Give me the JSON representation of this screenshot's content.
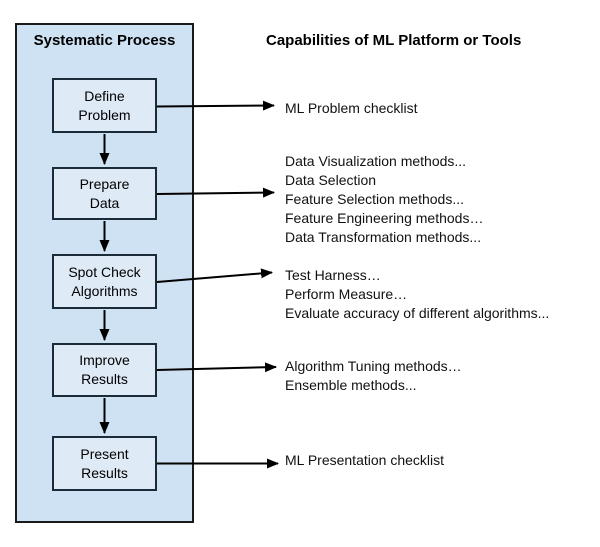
{
  "panel": {
    "title": "Systematic Process"
  },
  "capabilities_header": "Capabilities of ML Platform or Tools",
  "process": {
    "steps": [
      {
        "label": "Define\nProblem"
      },
      {
        "label": "Prepare\nData"
      },
      {
        "label": "Spot Check\nAlgorithms"
      },
      {
        "label": "Improve\nResults"
      },
      {
        "label": "Present\nResults"
      }
    ]
  },
  "capabilities": {
    "groups": [
      {
        "lines": [
          "ML Problem checklist"
        ]
      },
      {
        "lines": [
          "Data Visualization methods...",
          "Data Selection",
          "Feature Selection methods...",
          "Feature Engineering methods…",
          "Data Transformation methods..."
        ]
      },
      {
        "lines": [
          "Test Harness…",
          "Perform Measure…",
          "Evaluate accuracy of different algorithms..."
        ]
      },
      {
        "lines": [
          "Algorithm Tuning methods…",
          "Ensemble methods..."
        ]
      },
      {
        "lines": [
          "ML Presentation checklist"
        ]
      }
    ]
  },
  "colors": {
    "panel_fill": "#cfe2f3",
    "box_fill": "#dfeaf7",
    "panel_border": "#1a1a1a",
    "box_border": "#1c2b38",
    "arrow": "#000000",
    "text": "#111111"
  }
}
